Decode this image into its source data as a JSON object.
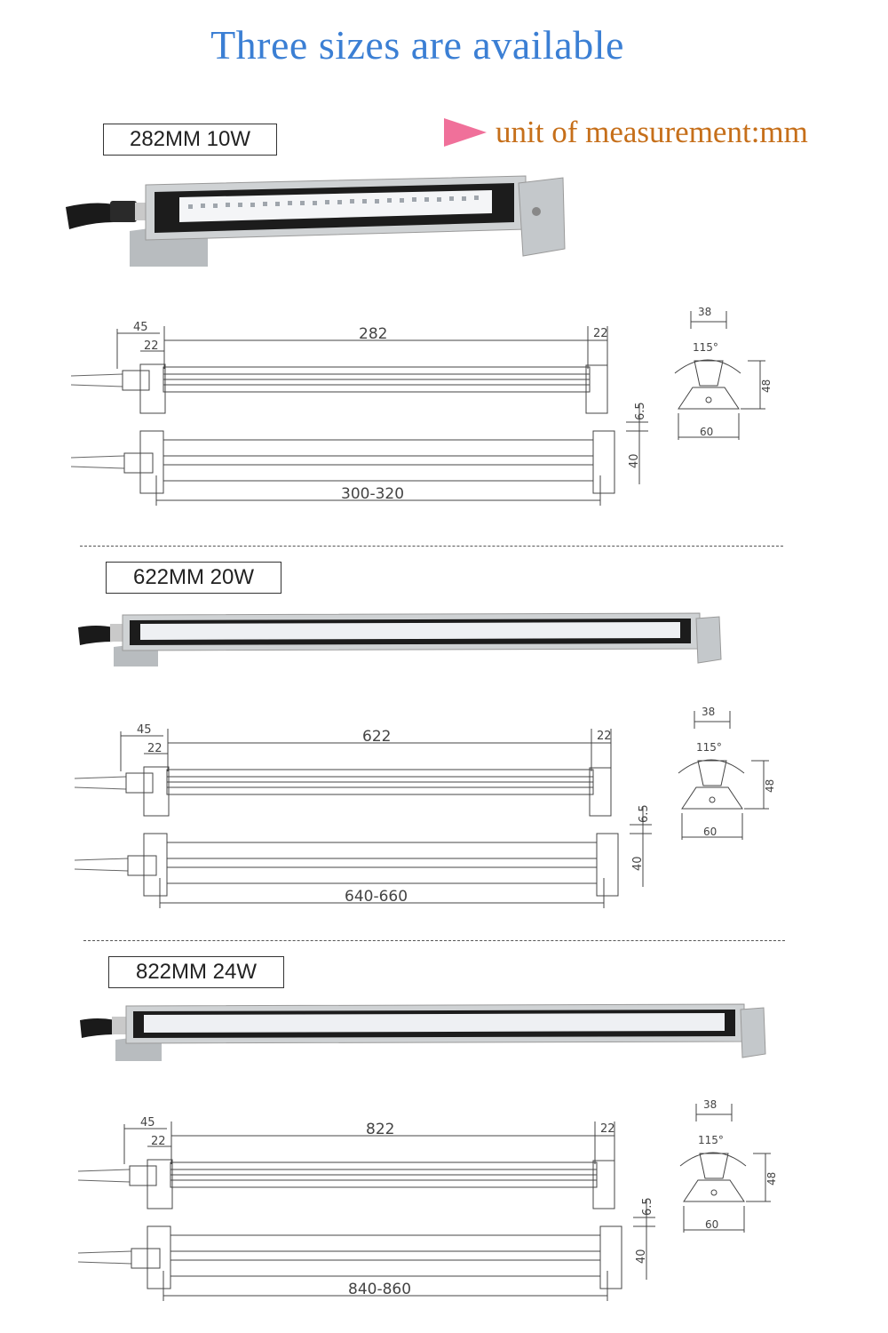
{
  "title": "Three sizes are available",
  "unit_note": "unit of measurement:mm",
  "colors": {
    "title": "#3b7fd4",
    "unit_note": "#c66f1a",
    "arrow": "#f0709a"
  },
  "models": [
    {
      "label": "282MM 10W",
      "length": "282",
      "mount_range": "300-320",
      "end_offset": "45",
      "cap": "22",
      "cap_right": "22",
      "depth": "6.5",
      "height": "40",
      "profile": {
        "top": "38",
        "angle": "115°",
        "base": "60",
        "height": "48"
      }
    },
    {
      "label": "622MM 20W",
      "length": "622",
      "mount_range": "640-660",
      "end_offset": "45",
      "cap": "22",
      "cap_right": "22",
      "depth": "6.5",
      "height": "40",
      "profile": {
        "top": "38",
        "angle": "115°",
        "base": "60",
        "height": "48"
      }
    },
    {
      "label": "822MM 24W",
      "length": "822",
      "mount_range": "840-860",
      "end_offset": "45",
      "cap": "22",
      "cap_right": "22",
      "depth": "6.5",
      "height": "40",
      "profile": {
        "top": "38",
        "angle": "115°",
        "base": "60",
        "height": "48"
      }
    }
  ]
}
